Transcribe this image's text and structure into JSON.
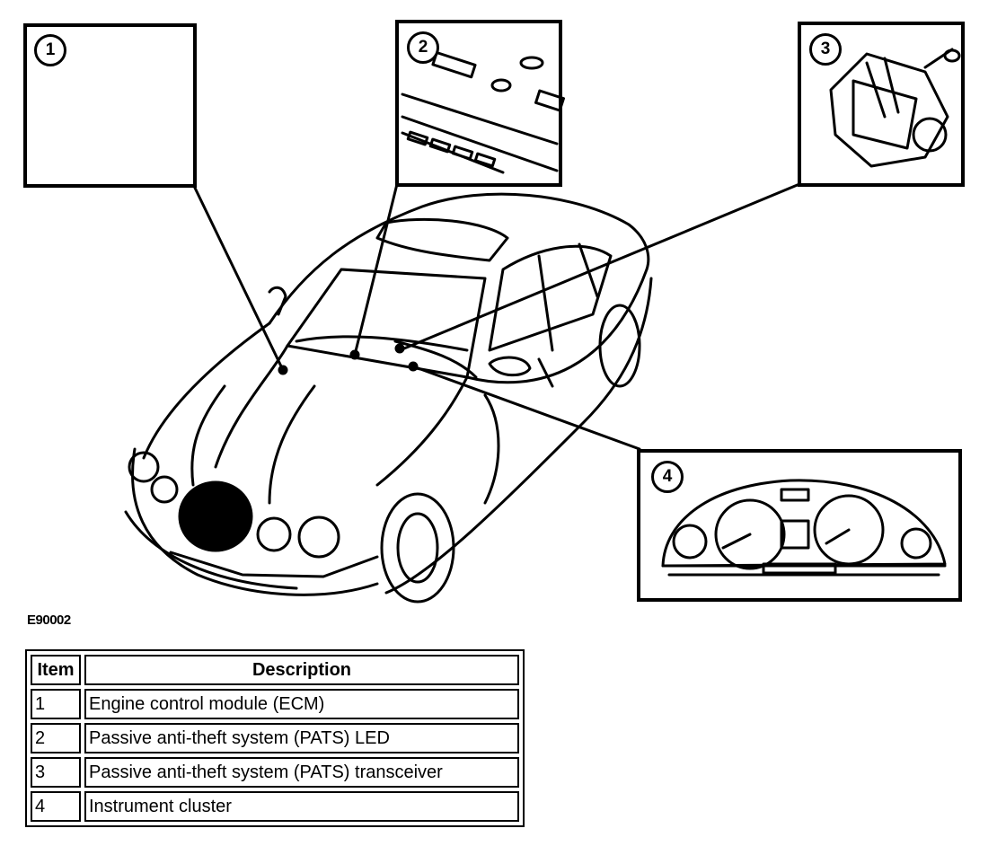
{
  "figure_code": "E90002",
  "callouts": [
    {
      "number": "1",
      "name": "engine-control-module"
    },
    {
      "number": "2",
      "name": "pats-led"
    },
    {
      "number": "3",
      "name": "pats-transceiver"
    },
    {
      "number": "4",
      "name": "instrument-cluster"
    }
  ],
  "legend": {
    "headers": {
      "item": "Item",
      "description": "Description"
    },
    "rows": [
      {
        "item": "1",
        "description": "Engine control module (ECM)"
      },
      {
        "item": "2",
        "description": "Passive anti-theft system (PATS) LED"
      },
      {
        "item": "3",
        "description": "Passive anti-theft system (PATS) transceiver"
      },
      {
        "item": "4",
        "description": "Instrument cluster"
      }
    ]
  }
}
